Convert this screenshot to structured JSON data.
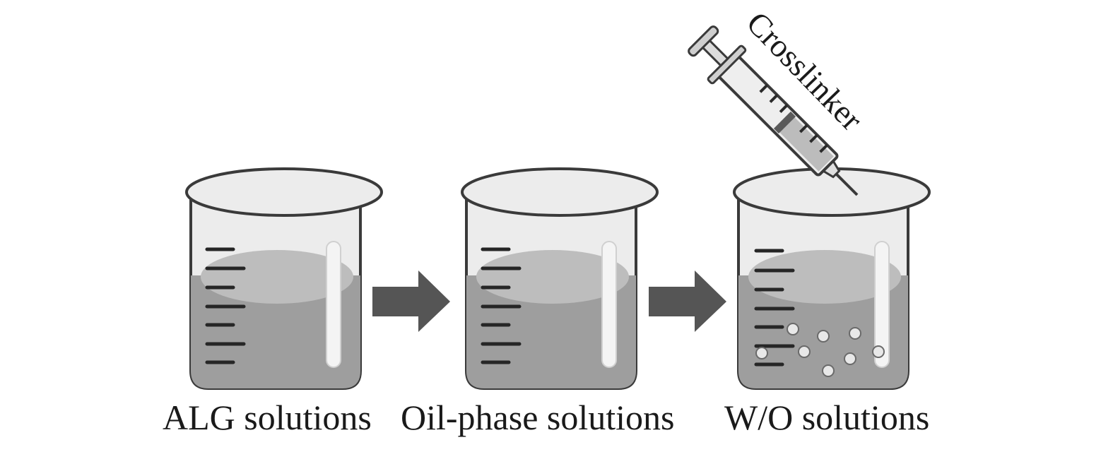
{
  "diagram": {
    "steps": [
      {
        "label": "ALG solutions"
      },
      {
        "label": "Oil-phase solutions"
      },
      {
        "label": "W/O solutions"
      }
    ],
    "syringe_label": "Crosslinker",
    "colors": {
      "outline": "#3a3a3a",
      "glass": "#ececec",
      "liquid_top": "#bdbdbd",
      "liquid_body": "#9e9e9e",
      "arrow": "#555555",
      "droplet": "#e8e8e8"
    }
  }
}
